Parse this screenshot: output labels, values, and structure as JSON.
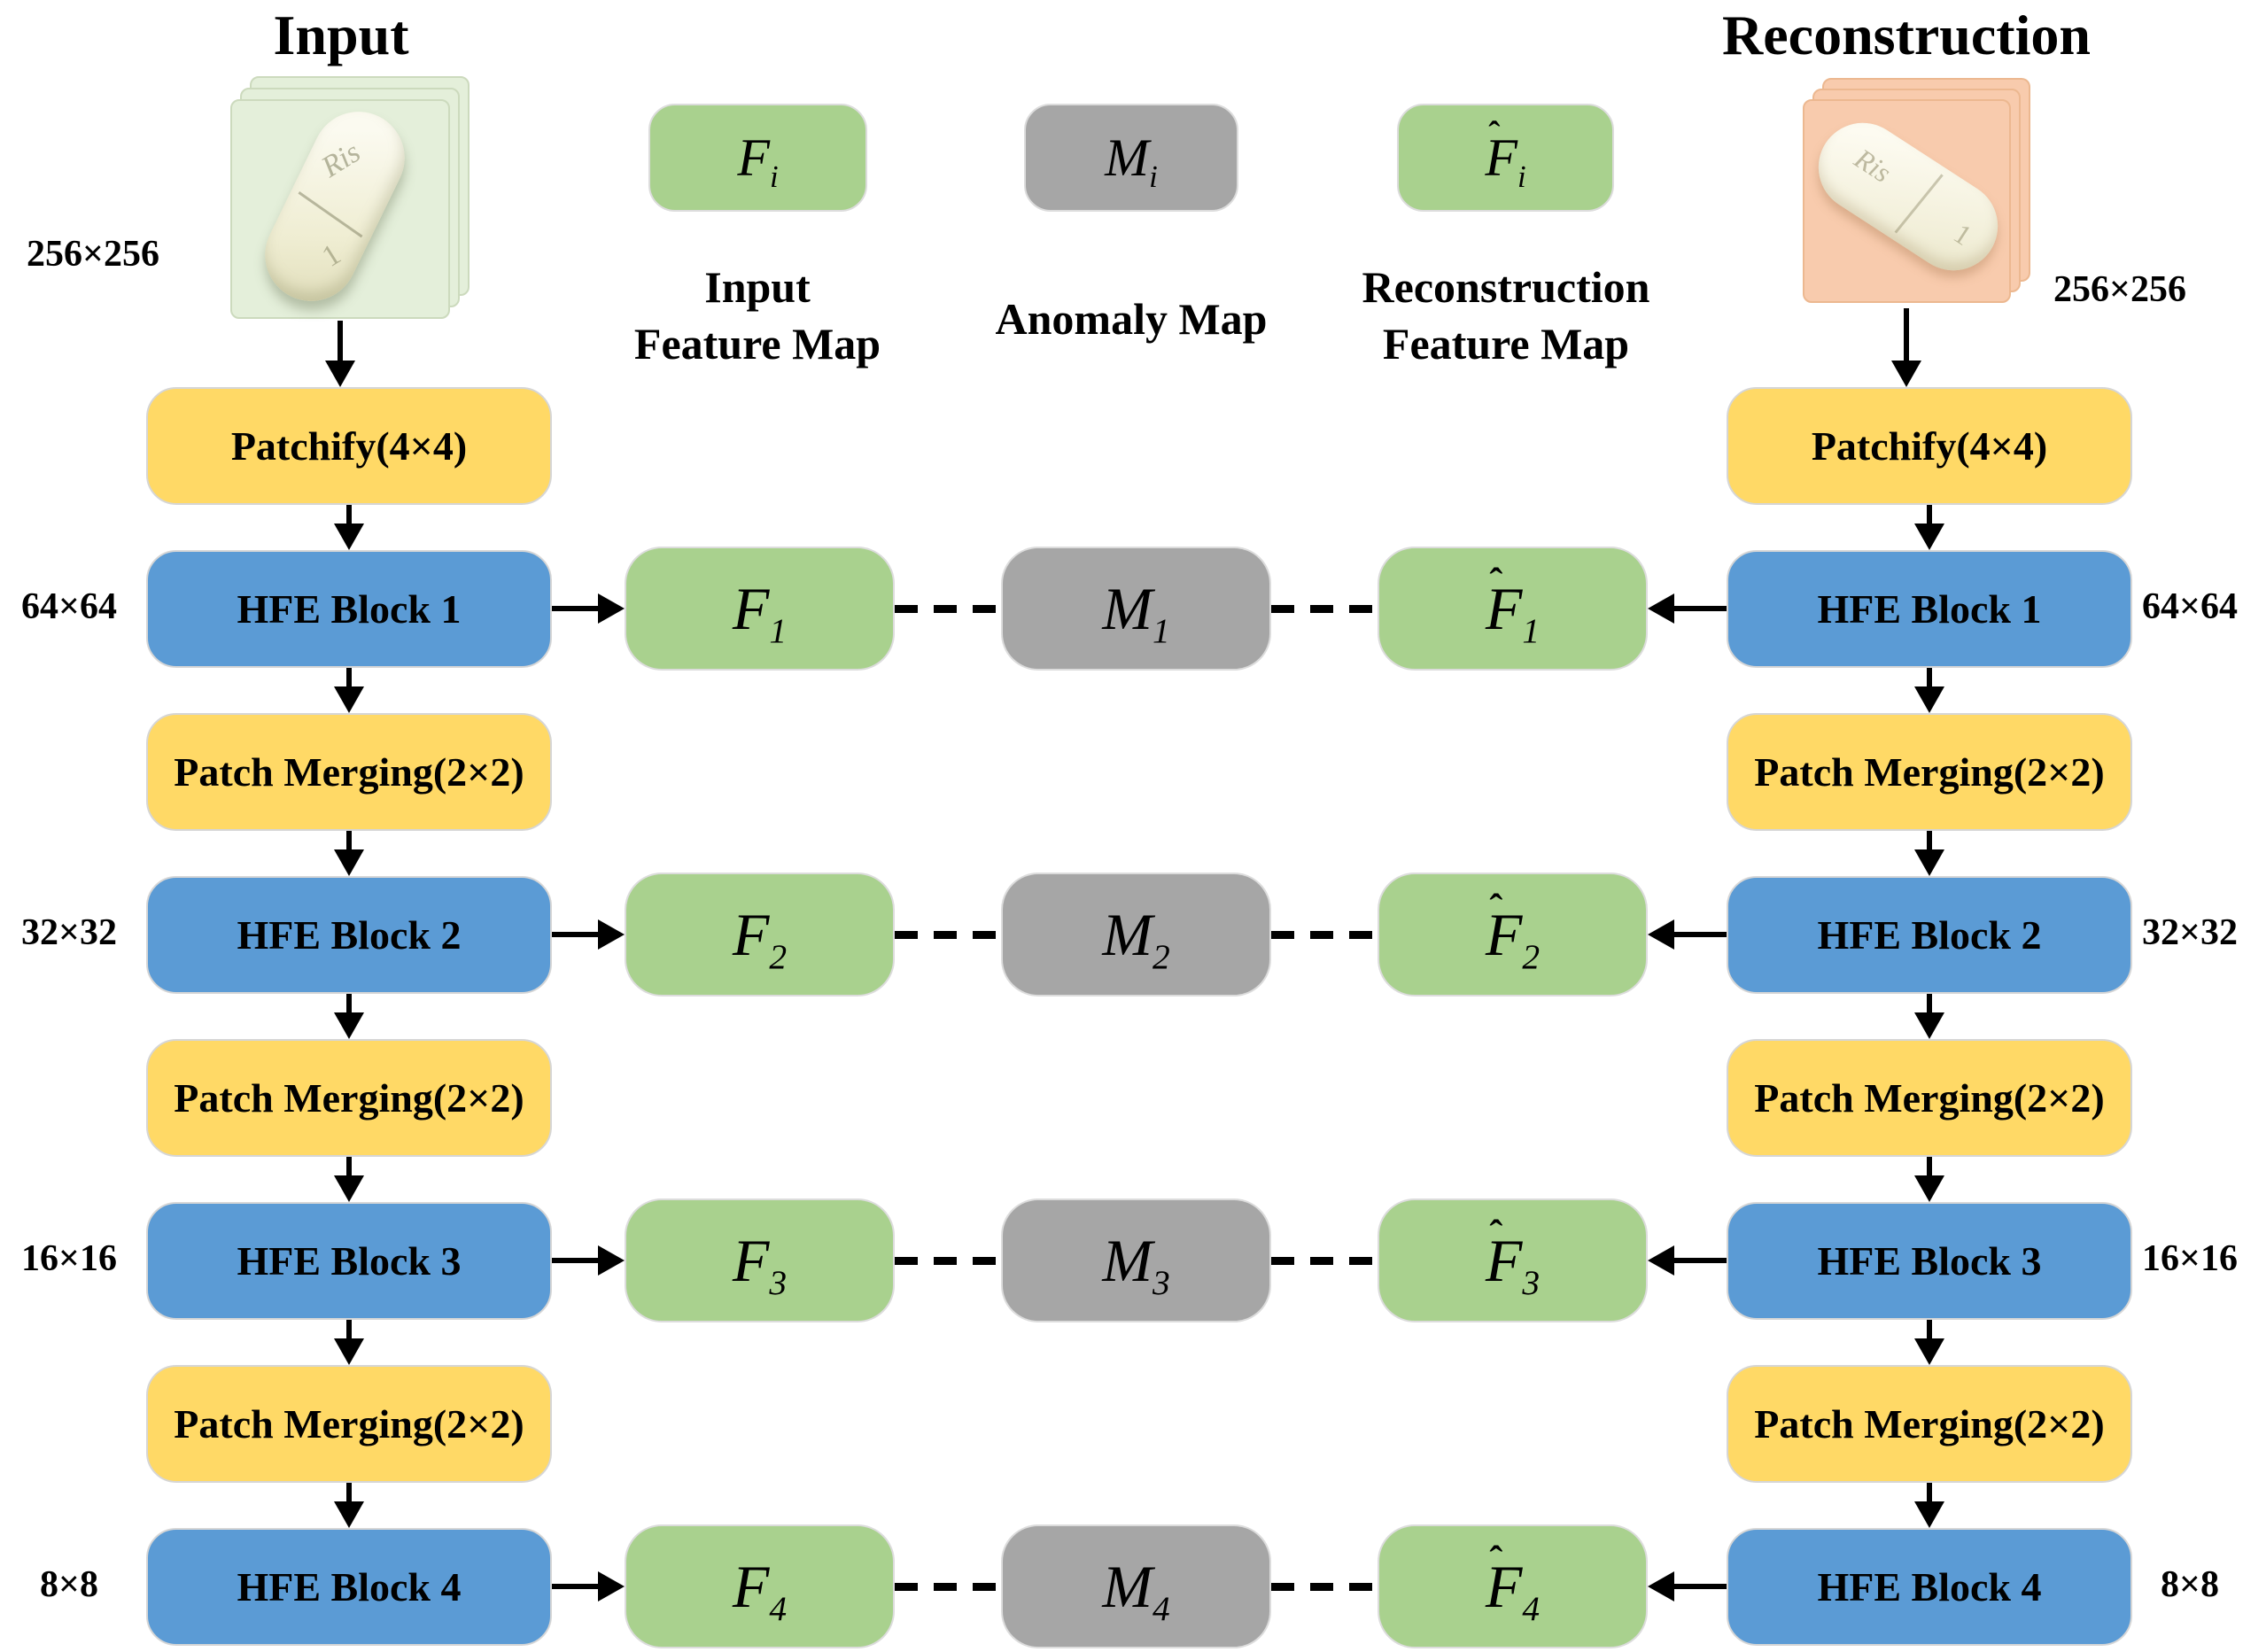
{
  "colors": {
    "stage_yellow": "#FFD966",
    "stage_blue": "#5B9BD5",
    "feature_green": "#A9D18E",
    "anomaly_gray": "#A6A6A6",
    "input_card": "#E4EFDA",
    "reconstruction_card": "#F8CBAD",
    "arrow": "#000000"
  },
  "left": {
    "title": "Input",
    "image_size": "256×256",
    "pill_text": "Ris",
    "pill_mark": "1",
    "blocks": [
      {
        "label": "Patchify(4×4)"
      },
      {
        "label": "HFE Block 1",
        "size": "64×64"
      },
      {
        "label": "Patch Merging(2×2)"
      },
      {
        "label": "HFE Block 2",
        "size": "32×32"
      },
      {
        "label": "Patch Merging(2×2)"
      },
      {
        "label": "HFE Block 3",
        "size": "16×16"
      },
      {
        "label": "Patch Merging(2×2)"
      },
      {
        "label": "HFE Block 4",
        "size": "8×8"
      }
    ]
  },
  "right": {
    "title": "Reconstruction",
    "image_size": "256×256",
    "pill_text": "Ris",
    "pill_mark": "1",
    "blocks": [
      {
        "label": "Patchify(4×4)"
      },
      {
        "label": "HFE Block 1",
        "size": "64×64"
      },
      {
        "label": "Patch Merging(2×2)"
      },
      {
        "label": "HFE Block 2",
        "size": "32×32"
      },
      {
        "label": "Patch Merging(2×2)"
      },
      {
        "label": "HFE Block 3",
        "size": "16×16"
      },
      {
        "label": "Patch Merging(2×2)"
      },
      {
        "label": "HFE Block 4",
        "size": "8×8"
      }
    ]
  },
  "legend": {
    "f": {
      "letter": "F",
      "sub": "i"
    },
    "m": {
      "letter": "M",
      "sub": "i"
    },
    "r": {
      "hat": "ˆ",
      "letter": "F",
      "sub": "i"
    },
    "captions": {
      "input_1": "Input",
      "input_2": "Feature Map",
      "anomaly": "Anomaly Map",
      "recon_1": "Reconstruction",
      "recon_2": "Feature Map"
    }
  },
  "rows": [
    {
      "f": {
        "letter": "F",
        "sub": "1"
      },
      "m": {
        "letter": "M",
        "sub": "1"
      },
      "r": {
        "hat": "ˆ",
        "letter": "F",
        "sub": "1"
      }
    },
    {
      "f": {
        "letter": "F",
        "sub": "2"
      },
      "m": {
        "letter": "M",
        "sub": "2"
      },
      "r": {
        "hat": "ˆ",
        "letter": "F",
        "sub": "2"
      }
    },
    {
      "f": {
        "letter": "F",
        "sub": "3"
      },
      "m": {
        "letter": "M",
        "sub": "3"
      },
      "r": {
        "hat": "ˆ",
        "letter": "F",
        "sub": "3"
      }
    },
    {
      "f": {
        "letter": "F",
        "sub": "4"
      },
      "m": {
        "letter": "M",
        "sub": "4"
      },
      "r": {
        "hat": "ˆ",
        "letter": "F",
        "sub": "4"
      }
    }
  ]
}
